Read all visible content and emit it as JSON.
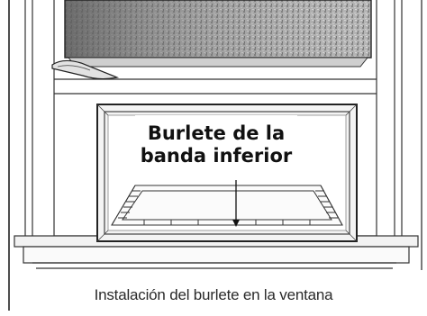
{
  "callout": {
    "line1": "Burlete de la",
    "line2": "banda inferior"
  },
  "caption": "Instalación del burlete en la ventana",
  "icons": {
    "arrow": "arrow-down-icon"
  },
  "colors": {
    "ink": "#111111",
    "sash": "#9a9a9a",
    "frame_fill": "#f4f4f4",
    "background": "#ffffff"
  }
}
